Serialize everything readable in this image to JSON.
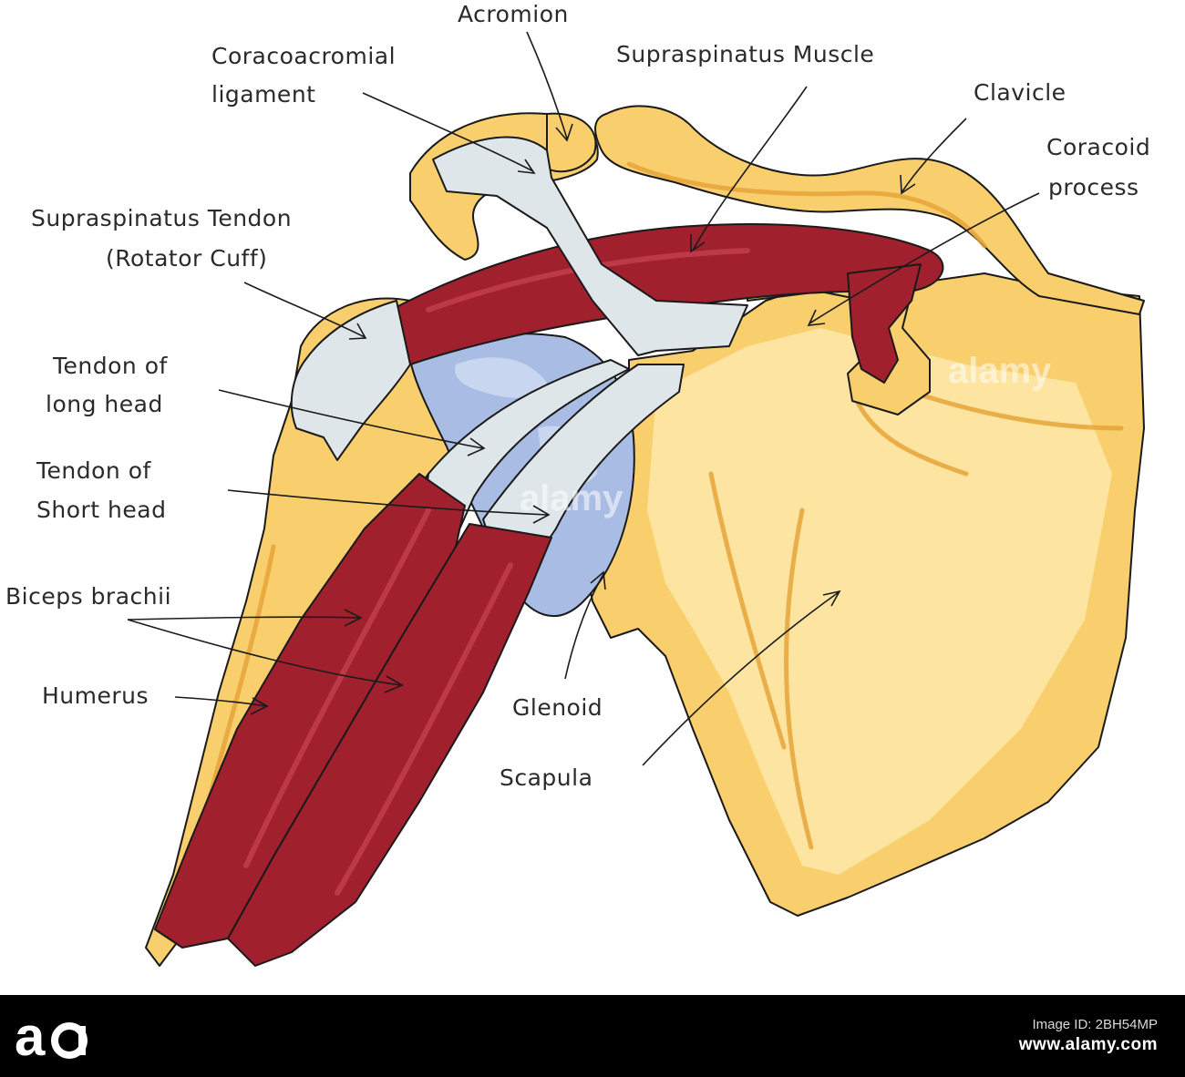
{
  "labels": {
    "acromion": "Acromion",
    "coracoacromial_1": "Coracoacromial",
    "coracoacromial_2": "ligament",
    "supraspinatus_muscle": "Supraspinatus Muscle",
    "clavicle": "Clavicle",
    "coracoid_1": "Coracoid",
    "coracoid_2": "process",
    "supraspinatus_tendon_1": "Supraspinatus Tendon",
    "supraspinatus_tendon_2": "(Rotator Cuff)",
    "tendon_long_1": "Tendon of",
    "tendon_long_2": "long head",
    "tendon_short_1": "Tendon of",
    "tendon_short_2": "Short head",
    "biceps": "Biceps brachii",
    "humerus": "Humerus",
    "glenoid": "Glenoid",
    "scapula": "Scapula"
  },
  "watermark": "alamy",
  "footer": {
    "logo": "a",
    "line1": "Image ID: 2BH54MP",
    "line2": "www.alamy.com"
  },
  "colors": {
    "bone": "#f8cf6c",
    "muscle": "#a0202e",
    "tendon": "#dfe6ea",
    "cartilage": "#a9bde4"
  }
}
